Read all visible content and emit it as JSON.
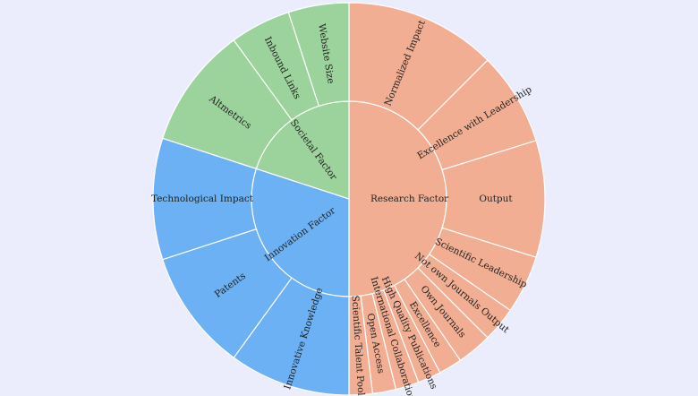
{
  "chart_data": {
    "type": "sunburst",
    "colors": {
      "Research Factor": "#f2ae93",
      "Innovation Factor": "#6bb1f4",
      "Societal Factor": "#9cd39c"
    },
    "hierarchy": [
      {
        "name": "Research Factor",
        "value": 50,
        "children": [
          {
            "name": "Normalized Impact",
            "value": 13
          },
          {
            "name": "Excellence with Leadership",
            "value": 8
          },
          {
            "name": "Output",
            "value": 10
          },
          {
            "name": "Scientific Leadership",
            "value": 5
          },
          {
            "name": "Not own Journals Output",
            "value": 3
          },
          {
            "name": "Own Journals",
            "value": 3
          },
          {
            "name": "Excellence",
            "value": 2
          },
          {
            "name": "High Quality Publications",
            "value": 2
          },
          {
            "name": "International Collaboration",
            "value": 2
          },
          {
            "name": "Open Access",
            "value": 2
          },
          {
            "name": "Scientific Talent Pool",
            "value": 2
          }
        ]
      },
      {
        "name": "Innovation Factor",
        "value": 30,
        "children": [
          {
            "name": "Innovative Knowledge",
            "value": 10
          },
          {
            "name": "Patents",
            "value": 10
          },
          {
            "name": "Technological Impact",
            "value": 10
          }
        ]
      },
      {
        "name": "Societal Factor",
        "value": 20,
        "children": [
          {
            "name": "Altmetrics",
            "value": 10
          },
          {
            "name": "Inbound Links",
            "value": 5
          },
          {
            "name": "Website Size",
            "value": 5
          }
        ]
      }
    ]
  }
}
